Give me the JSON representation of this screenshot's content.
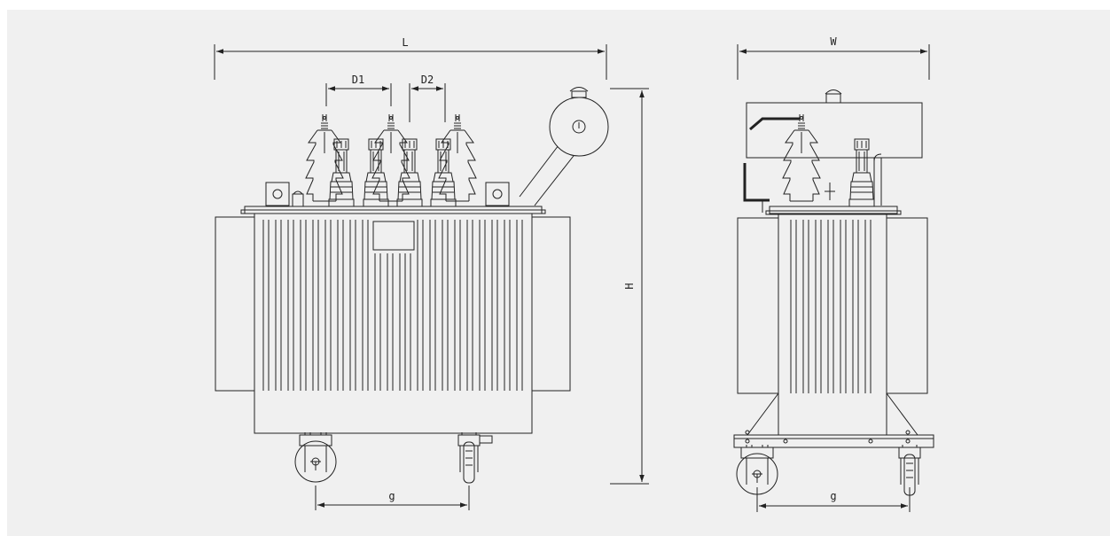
{
  "drawing": {
    "background": "#f0f0f0",
    "line_color": "#222222",
    "front_view": {
      "dim_length": "L",
      "dim_bushing_spacing_1": "D1",
      "dim_bushing_spacing_2": "D2",
      "dim_height": "H",
      "dim_wheel_gauge": "g"
    },
    "side_view": {
      "dim_width": "W",
      "dim_wheel_gauge": "g"
    }
  }
}
